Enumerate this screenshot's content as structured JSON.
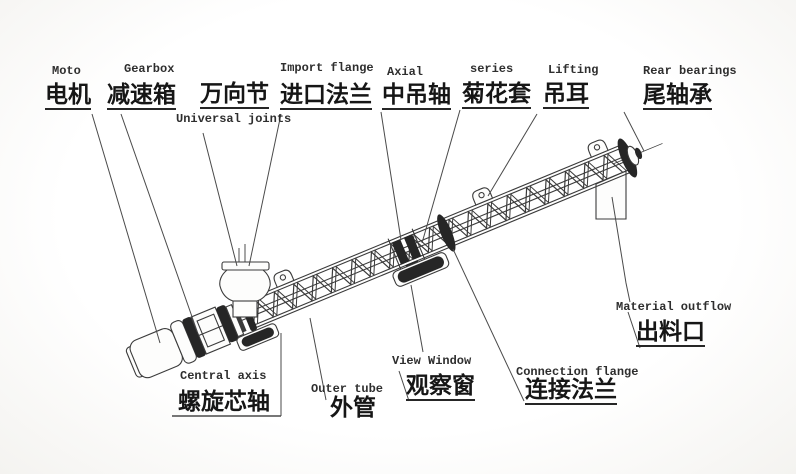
{
  "diagram_colors": {
    "line": "#3b3b3b",
    "dark_fill": "#262626",
    "text": "#1d1d1d"
  },
  "labels": {
    "moto": {
      "en": "Moto",
      "zh": "电机"
    },
    "gearbox": {
      "en": "Gearbox",
      "zh": "减速箱"
    },
    "universal_joint": {
      "en": "Universal joints",
      "zh": "万向节"
    },
    "import_flange": {
      "en": "Import flange",
      "zh": "进口法兰"
    },
    "axial": {
      "en": "Axial",
      "zh": "中吊轴"
    },
    "series": {
      "en": "series",
      "zh": "菊花套"
    },
    "lifting": {
      "en": "Lifting",
      "zh": "吊耳"
    },
    "rear_bearings": {
      "en": "Rear bearings",
      "zh": "尾轴承"
    },
    "central_axis": {
      "en": "Central axis",
      "zh": "螺旋芯轴"
    },
    "outer_tube": {
      "en": "Outer tube",
      "zh": "外管"
    },
    "view_window": {
      "en": "View Window",
      "zh": "观察窗"
    },
    "connection_flange": {
      "en": "Connection flange",
      "zh": "连接法兰"
    },
    "material_outflow": {
      "en": "Material outflow",
      "zh": "出料口"
    }
  }
}
